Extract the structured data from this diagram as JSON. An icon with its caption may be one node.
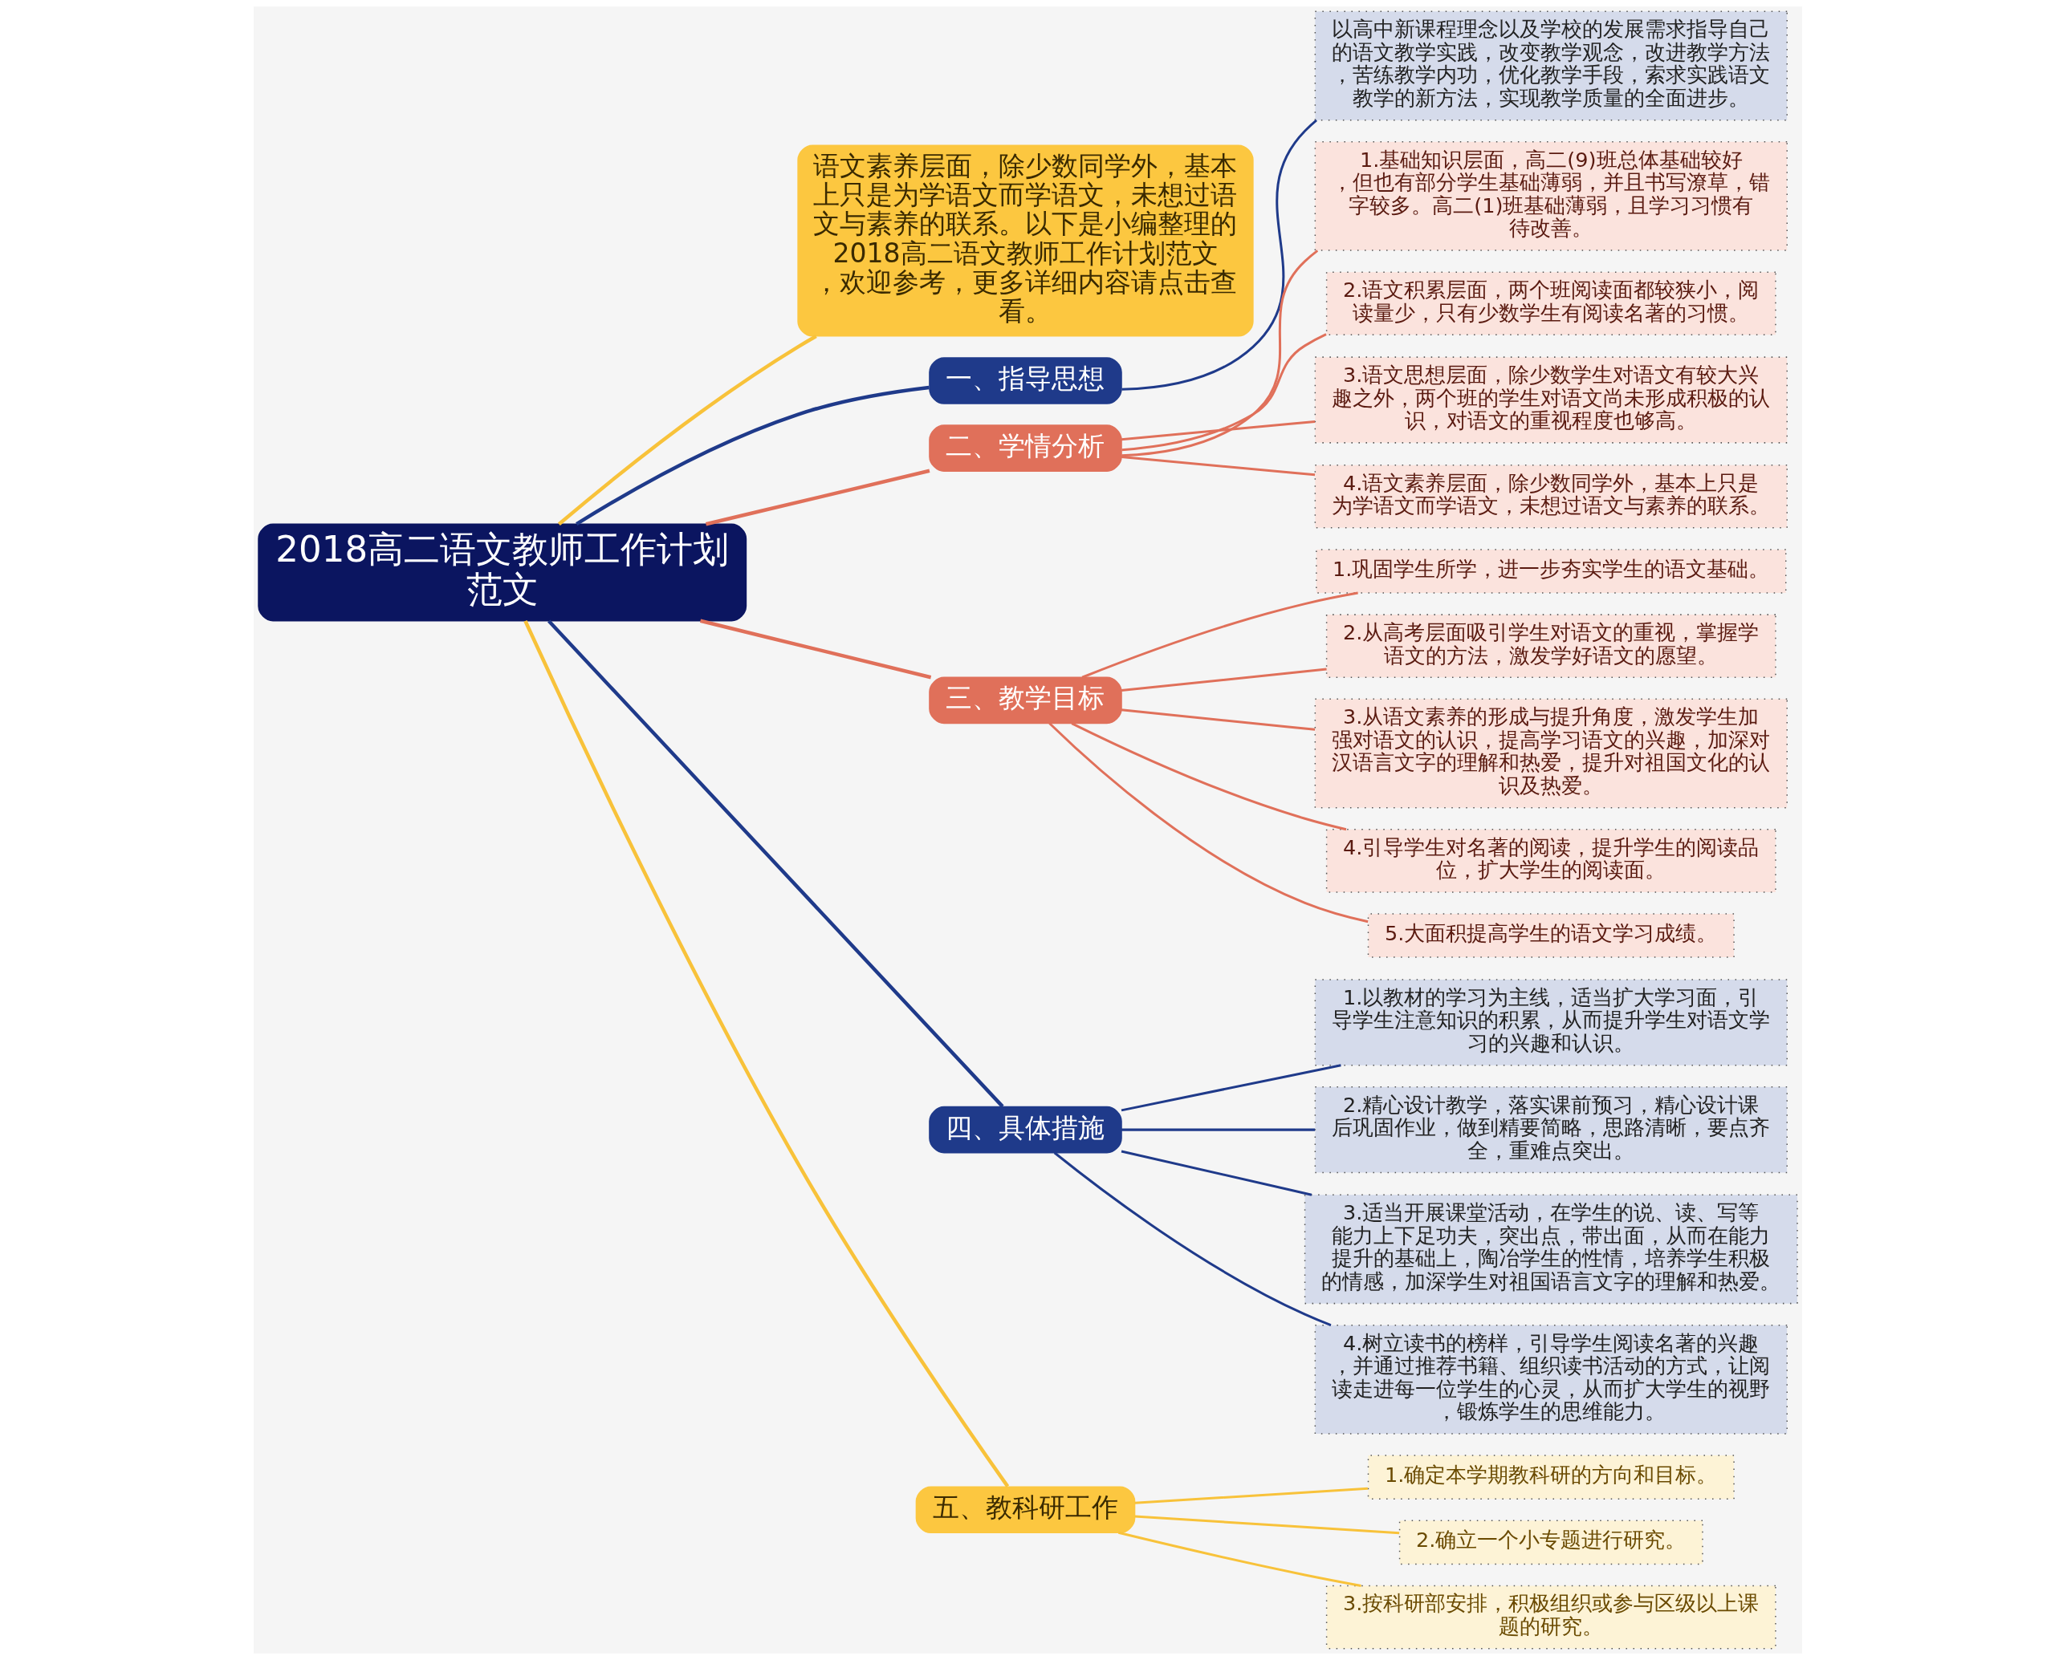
{
  "diagram": {
    "nodes": [
      {
        "text": [
          "2018高二语文教师工作计划范文"
        ]
      },
      {
        "text": [
          "语文素养层面，除少数同学外，基本上只是为学语文而学语文，未想过语文与素养的联系。以下是小编整理的2018高二语文教师工作计划范文，欢迎参考，更多详细内容请点击查看。"
        ]
      },
      {
        "text": [
          "一、指导思想"
        ]
      },
      {
        "text": [
          "以高中新课程理念以及学校的发展需求指导自己的语文教学实践，改变教学观念，改进教学方法，苦练教学内功，优化教学手段，索求实践语文教学的新方法，实现教学质量的全面进步。"
        ]
      },
      {
        "text": [
          "二、学情分析"
        ]
      },
      {
        "text": [
          "1.基础知识层面，高二(9)班总体基础较好，但也有部分学生基础薄弱，并且书写潦草，错字较多。高二(1)班基础薄弱，且学习习惯有待改善。"
        ]
      },
      {
        "text": [
          "2.语文积累层面，两个班阅读面都较狭小，阅读量少，只有少数学生有阅读名著的习惯。"
        ]
      },
      {
        "text": [
          "3.语文思想层面，除少数学生对语文有较大兴趣之外，两个班的学生对语文尚未形成积极的认识，对语文的重视程度也够高。"
        ]
      },
      {
        "text": [
          "4.语文素养层面，除少数同学外，基本上只是为学语文而学语文，未想过语文与素养的联系。"
        ]
      },
      {
        "text": [
          "三、教学目标"
        ]
      },
      {
        "text": [
          "1.巩固学生所学，进一步夯实学生的语文基础。"
        ]
      },
      {
        "text": [
          "2.从高考层面吸引学生对语文的重视，掌握学语文的方法，激发学好语文的愿望。"
        ]
      },
      {
        "text": [
          "3.从语文素养的形成与提升角度，激发学生加强对语文的认识，提高学习语文的兴趣，加深对汉语言文字的理解和热爱，提升对祖国文化的认识及热爱。"
        ]
      },
      {
        "text": [
          "4.引导学生对名著的阅读，提升学生的阅读品位，扩大学生的阅读面。"
        ]
      },
      {
        "text": [
          "5.大面积提高学生的语文学习成绩。"
        ]
      },
      {
        "text": [
          "四、具体措施"
        ]
      },
      {
        "text": [
          "1.以教材的学习为主线，适当扩大学习面，引导学生注意知识的积累，从而提升学生对语文学习的兴趣和认识。"
        ]
      },
      {
        "text": [
          "2.精心设计教学，落实课前预习，精心设计课后巩固作业，做到精要简略，思路清晰，要点齐全，重难点突出。"
        ]
      },
      {
        "text": [
          "3.适当开展课堂活动，在学生的说、读、写等能力上下足功夫，突出点，带出面，从而在能力提升的基础上，陶冶学生的性情，培养学生积极的情感，加深学生对祖国语言文字的理解和热爱。"
        ]
      },
      {
        "text": [
          "4.树立读书的榜样，引导学生阅读名著的兴趣，并通过推荐书籍、组织读书活动的方式，让阅读走进每一位学生的心灵，从而扩大学生的视野，锻炼学生的思维能力。"
        ]
      },
      {
        "text": [
          "五、教科研工作"
        ]
      },
      {
        "text": [
          "1.确定本学期教科研的方向和目标。"
        ]
      },
      {
        "text": [
          "2.确立一个小专题进行研究。"
        ]
      },
      {
        "text": [
          "3.按科研部安排，积极组织或参与区级以上课题的研究。"
        ]
      }
    ],
    "edges": [
      {
        "from": 0,
        "to": 1,
        "arrow": "none",
        "color": "#f8c23a"
      },
      {
        "from": 0,
        "to": 2,
        "arrow": "none",
        "color": "#1f3a8a"
      },
      {
        "from": 2,
        "to": 3,
        "arrow": "none",
        "color": "#1f3a8a"
      },
      {
        "from": 0,
        "to": 4,
        "arrow": "none",
        "color": "#e0705a"
      },
      {
        "from": 4,
        "to": 5,
        "arrow": "none",
        "color": "#e0705a"
      },
      {
        "from": 4,
        "to": 6,
        "arrow": "none",
        "color": "#e0705a"
      },
      {
        "from": 4,
        "to": 7,
        "arrow": "none",
        "color": "#e0705a"
      },
      {
        "from": 4,
        "to": 8,
        "arrow": "none",
        "color": "#e0705a"
      },
      {
        "from": 0,
        "to": 9,
        "arrow": "none",
        "color": "#e0705a"
      },
      {
        "from": 9,
        "to": 10,
        "arrow": "none",
        "color": "#e0705a"
      },
      {
        "from": 9,
        "to": 11,
        "arrow": "none",
        "color": "#e0705a"
      },
      {
        "from": 9,
        "to": 12,
        "arrow": "none",
        "color": "#e0705a"
      },
      {
        "from": 9,
        "to": 13,
        "arrow": "none",
        "color": "#e0705a"
      },
      {
        "from": 9,
        "to": 14,
        "arrow": "none",
        "color": "#e0705a"
      },
      {
        "from": 0,
        "to": 15,
        "arrow": "none",
        "color": "#1f3a8a"
      },
      {
        "from": 15,
        "to": 16,
        "arrow": "none",
        "color": "#1f3a8a"
      },
      {
        "from": 15,
        "to": 17,
        "arrow": "none",
        "color": "#1f3a8a"
      },
      {
        "from": 15,
        "to": 18,
        "arrow": "none",
        "color": "#1f3a8a"
      },
      {
        "from": 15,
        "to": 19,
        "arrow": "none",
        "color": "#1f3a8a"
      },
      {
        "from": 0,
        "to": 20,
        "arrow": "none",
        "color": "#f8c23a"
      },
      {
        "from": 20,
        "to": 21,
        "arrow": "none",
        "color": "#f8c23a"
      },
      {
        "from": 20,
        "to": 22,
        "arrow": "none",
        "color": "#f8c23a"
      },
      {
        "from": 20,
        "to": 23,
        "arrow": "none",
        "color": "#f8c23a"
      }
    ]
  }
}
